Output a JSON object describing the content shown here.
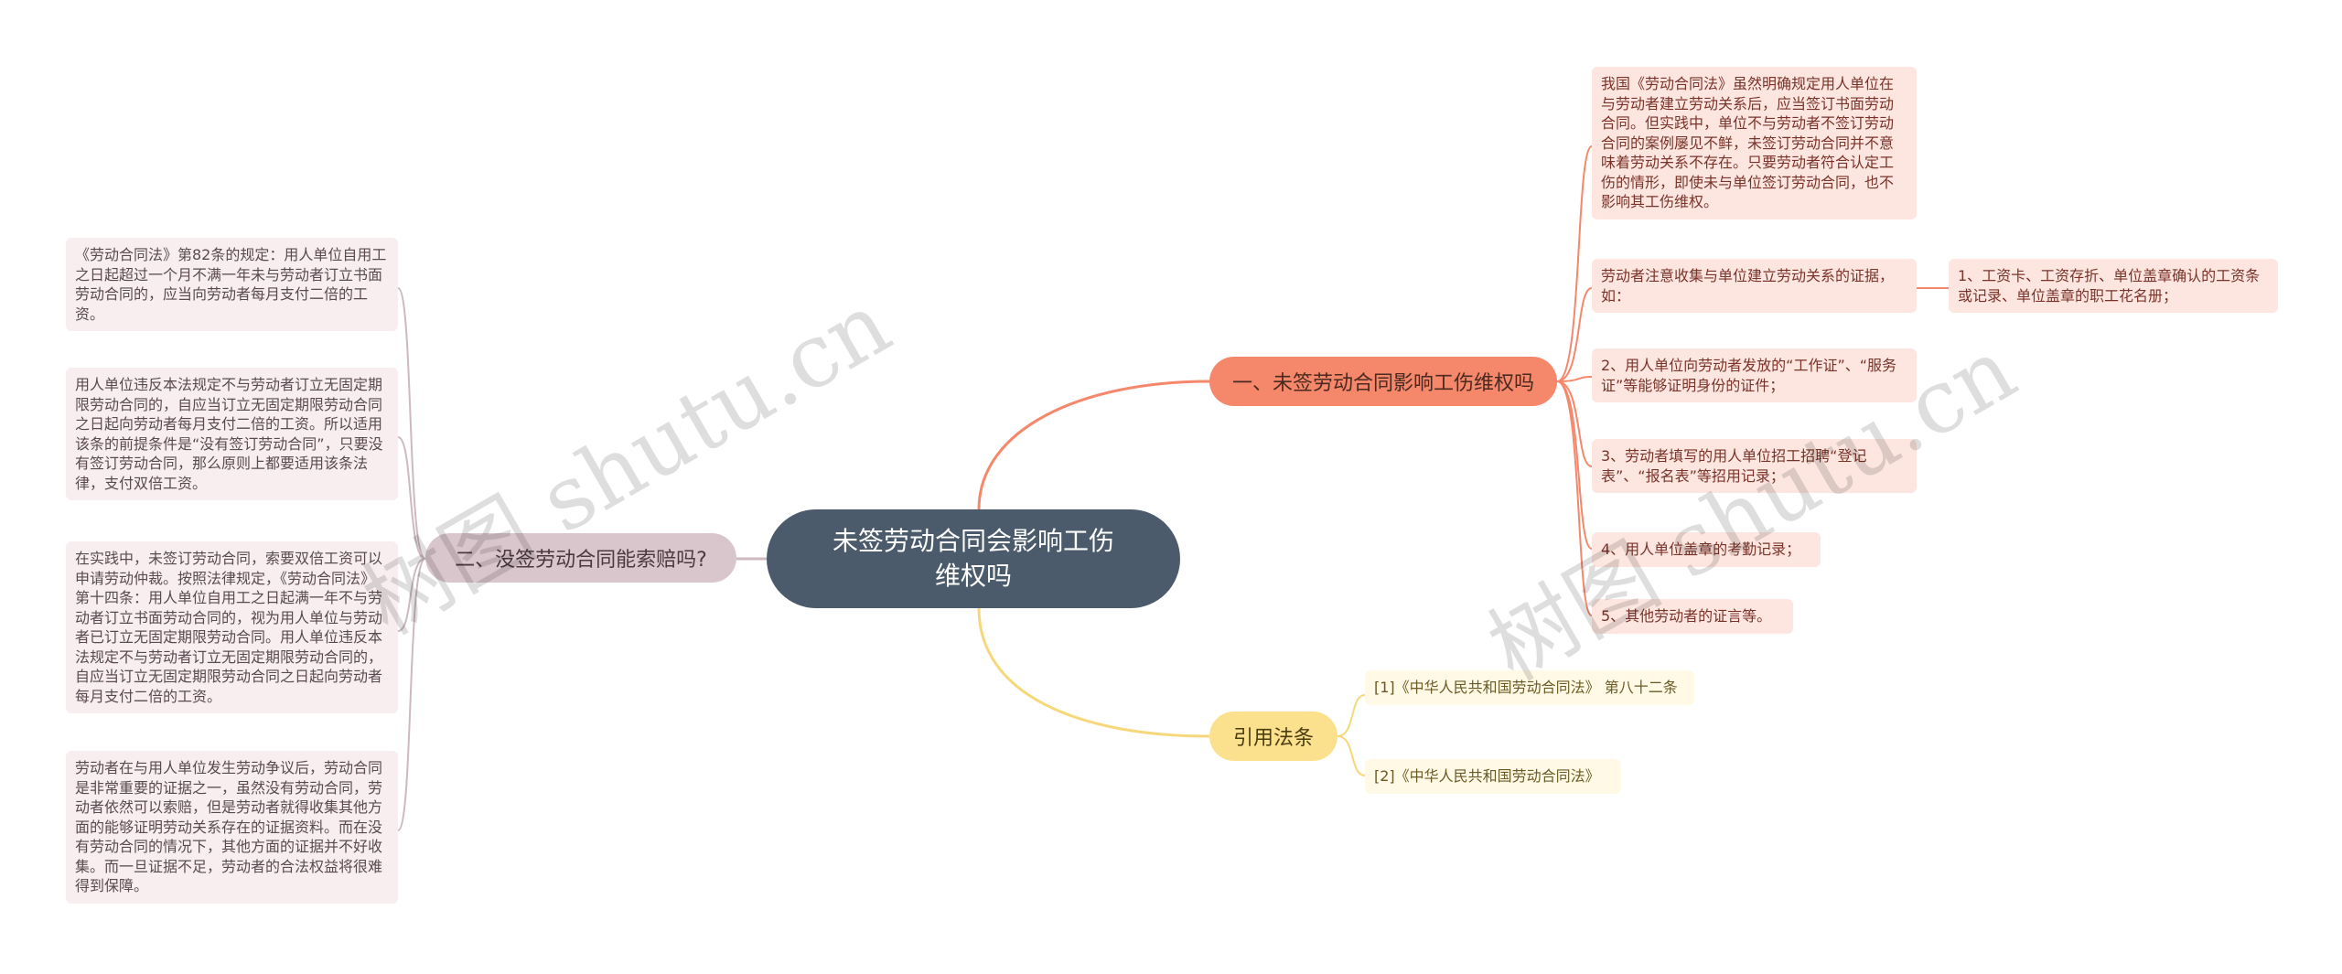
{
  "root": {
    "title": "未签劳动合同会影响工伤维权吗"
  },
  "branches": {
    "right_top": {
      "label": "一、未签劳动合同影响工伤维权吗",
      "intro": "我国《劳动合同法》虽然明确规定用人单位在与劳动者建立劳动关系后，应当签订书面劳动合同。但实践中，单位不与劳动者不签订劳动合同的案例屡见不鲜，未签订劳动合同并不意味着劳动关系不存在。只要劳动者符合认定工伤的情形，即使未与单位签订劳动合同，也不影响其工伤维权。",
      "evidence": "劳动者注意收集与单位建立劳动关系的证据，如：",
      "evidence_item1": "1、工资卡、工资存折、单位盖章确认的工资条或记录、单位盖章的职工花名册；",
      "item2": "2、用人单位向劳动者发放的“工作证”、“服务证”等能够证明身份的证件；",
      "item3": "3、劳动者填写的用人单位招工招聘“登记表”、“报名表”等招用记录；",
      "item4": "4、用人单位盖章的考勤记录；",
      "item5": "5、其他劳动者的证言等。"
    },
    "left": {
      "label": "二、没签劳动合同能索赔吗?",
      "leaf1": "《劳动合同法》第82条的规定：用人单位自用工之日起超过一个月不满一年未与劳动者订立书面劳动合同的，应当向劳动者每月支付二倍的工资。",
      "leaf2": "用人单位违反本法规定不与劳动者订立无固定期限劳动合同的，自应当订立无固定期限劳动合同之日起向劳动者每月支付二倍的工资。所以适用该条的前提条件是“没有签订劳动合同”，只要没有签订劳动合同，那么原则上都要适用该条法律，支付双倍工资。",
      "leaf3": "在实践中，未签订劳动合同，索要双倍工资可以申请劳动仲裁。按照法律规定，《劳动合同法》第十四条：用人单位自用工之日起满一年不与劳动者订立书面劳动合同的，视为用人单位与劳动者已订立无固定期限劳动合同。用人单位违反本法规定不与劳动者订立无固定期限劳动合同的，自应当订立无固定期限劳动合同之日起向劳动者每月支付二倍的工资。",
      "leaf4": "劳动者在与用人单位发生劳动争议后，劳动合同是非常重要的证据之一，虽然没有劳动合同，劳动者依然可以索赔，但是劳动者就得收集其他方面的能够证明劳动关系存在的证据资料。而在没有劳动合同的情况下，其他方面的证据并不好收集。而一旦证据不足，劳动者的合法权益将很难得到保障。"
    },
    "right_bottom": {
      "label": "引用法条",
      "ref1": "[1]《中华人民共和国劳动合同法》 第八十二条",
      "ref2": "[2]《中华人民共和国劳动合同法》"
    }
  },
  "watermarks": [
    "树图 shutu.cn",
    "树图 shutu.cn"
  ],
  "colors": {
    "root": "#4b5b6b",
    "branch1": "#f5876b",
    "branch2": "#d9c6cc",
    "branch3": "#fbe08d"
  }
}
